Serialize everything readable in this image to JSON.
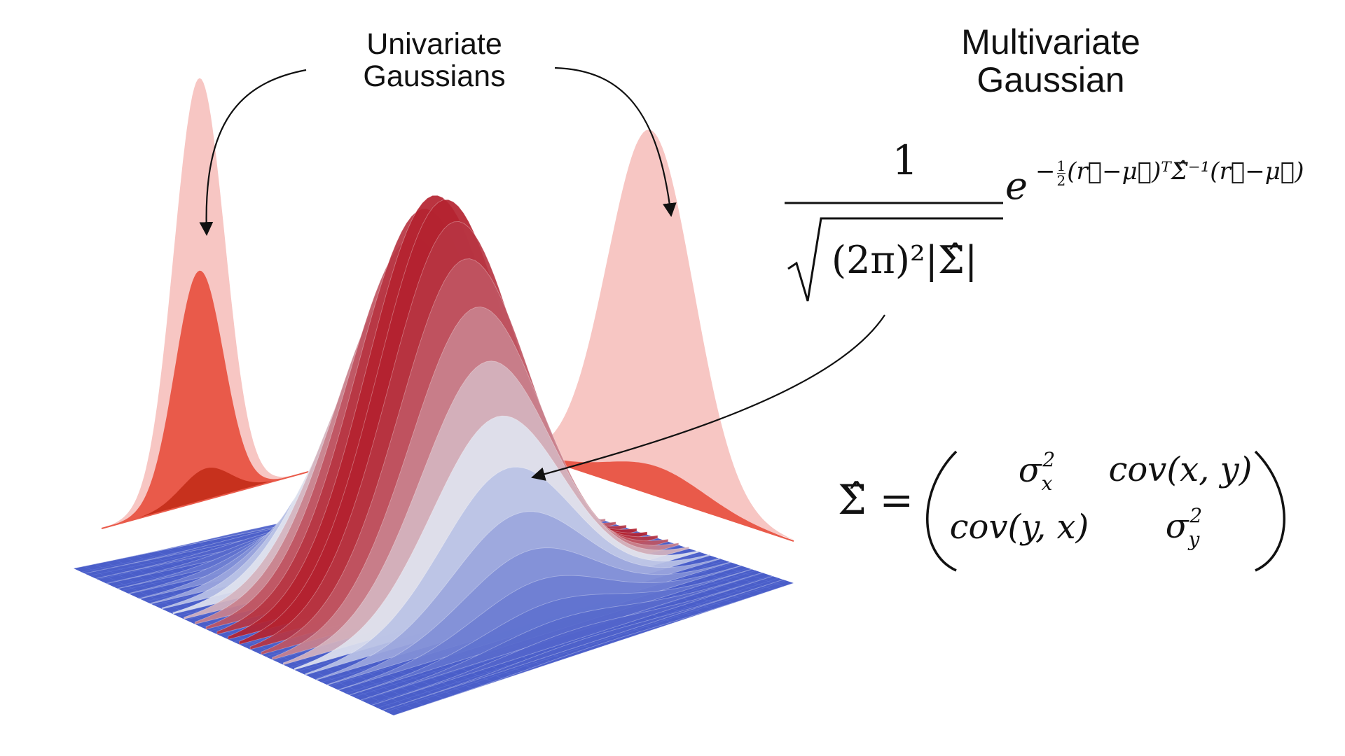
{
  "labels": {
    "univariate": "Univariate Gaussians",
    "multivariate": "Multivariate Gaussian"
  },
  "formula": {
    "numerator": "1",
    "denominator": "(2π)²|Σ̂|",
    "exp_base": "e",
    "exp_sign": "−",
    "exp_half_num": "1",
    "exp_half_den": "2",
    "exponent_rest": "(r⃗−μ⃗)ᵀΣ̂⁻¹(r⃗−μ⃗)"
  },
  "covariance": {
    "lhs": "Σ̂ =",
    "c11_base": "σ",
    "c11_sup": "2",
    "c11_sub": "x",
    "c12": "cov(x, y)",
    "c21": "cov(y, x)",
    "c22_base": "σ",
    "c22_sup": "2",
    "c22_sub": "y"
  },
  "colors": {
    "low": "#4a5ec9",
    "mid": "#dfe3ee",
    "high": "#b3212e",
    "marginal_light": "#f7c6c3",
    "marginal_mid": "#e95a4a",
    "marginal_dark": "#c7311d"
  }
}
